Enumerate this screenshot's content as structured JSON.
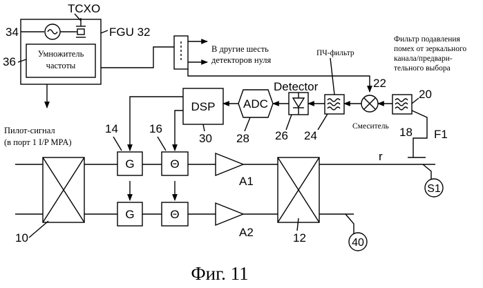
{
  "figure": {
    "caption": "Фиг. 11",
    "labels": {
      "tcxo": "TCXO",
      "n34": "34",
      "fgu": "FGU 32",
      "n36": "36",
      "multiplier_line1": "Умножитель",
      "multiplier_line2": "частоты",
      "other_detectors_line1": "В другие шесть",
      "other_detectors_line2": "детекторов нуля",
      "if_filter": "ПЧ-фильтр",
      "detector": "Detector",
      "image_filter_line1": "Фильтр подавления",
      "image_filter_line2": "помех от зеркального",
      "image_filter_line3": "канала/предвари-",
      "image_filter_line4": "тельного выбора",
      "n22": "22",
      "n20": "20",
      "dsp": "DSP",
      "adc": "ADC",
      "mixer": "Смеситель",
      "n18": "18",
      "f1": "F1",
      "pilot_line1": "Пилот-сигнал",
      "pilot_line2": "(в порт 1 I/P MPA)",
      "n14": "14",
      "n16": "16",
      "n30": "30",
      "n28": "28",
      "n26": "26",
      "n24": "24",
      "g": "G",
      "theta": "Θ",
      "r": "r",
      "a1": "A1",
      "a2": "A2",
      "s1": "S1",
      "n10": "10",
      "n12": "12",
      "n40": "40"
    }
  }
}
